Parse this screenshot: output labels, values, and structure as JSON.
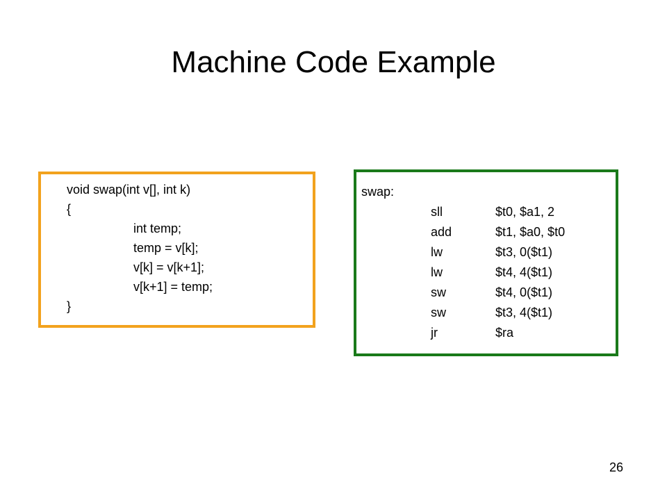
{
  "slide": {
    "title": "Machine Code Example",
    "page_number": "26"
  },
  "colors": {
    "c_box_border": "#f2a21d",
    "asm_box_border": "#1a7a1a"
  },
  "c_code": {
    "lines": [
      "void swap(int v[], int k)",
      "{",
      "int temp;",
      "temp = v[k];",
      "v[k] = v[k+1];",
      "v[k+1] = temp;",
      "}"
    ]
  },
  "asm_code": {
    "label": "swap:",
    "instructions": [
      {
        "op": "sll",
        "args": "$t0, $a1, 2"
      },
      {
        "op": "add",
        "args": "$t1, $a0, $t0"
      },
      {
        "op": "lw",
        "args": "$t3, 0($t1)"
      },
      {
        "op": "lw",
        "args": "$t4, 4($t1)"
      },
      {
        "op": "sw",
        "args": "$t4, 0($t1)"
      },
      {
        "op": "sw",
        "args": "$t3, 4($t1)"
      },
      {
        "op": "jr",
        "args": "$ra"
      }
    ]
  }
}
